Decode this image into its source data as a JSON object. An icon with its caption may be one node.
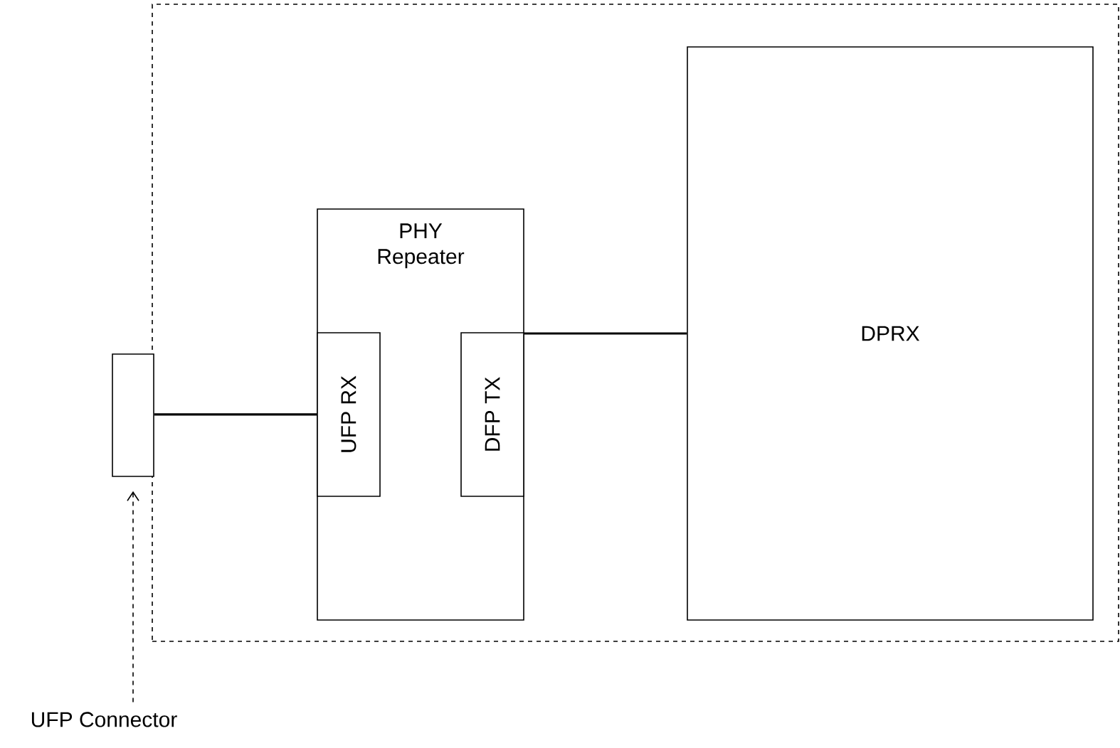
{
  "diagram": {
    "nodes": [
      {
        "text": [],
        "shape": "box"
      },
      {
        "text": [
          "PHY Repeater"
        ],
        "in": 0
      },
      {
        "text": [
          "UFP RX"
        ],
        "in": 1
      },
      {
        "text": [
          "DFP TX"
        ],
        "in": 1
      },
      {
        "text": [
          "DPRX"
        ],
        "in": 0
      },
      {
        "text": [],
        "shape": "box"
      },
      {
        "text": [
          "UFP Connector"
        ]
      }
    ],
    "edges": [
      {
        "from": 5,
        "to": 2,
        "arrow": "none"
      },
      {
        "from": 3,
        "to": 4,
        "arrow": "none"
      },
      {
        "from": 6,
        "to": 5,
        "arrow": "to",
        "style": "dashed"
      }
    ]
  }
}
